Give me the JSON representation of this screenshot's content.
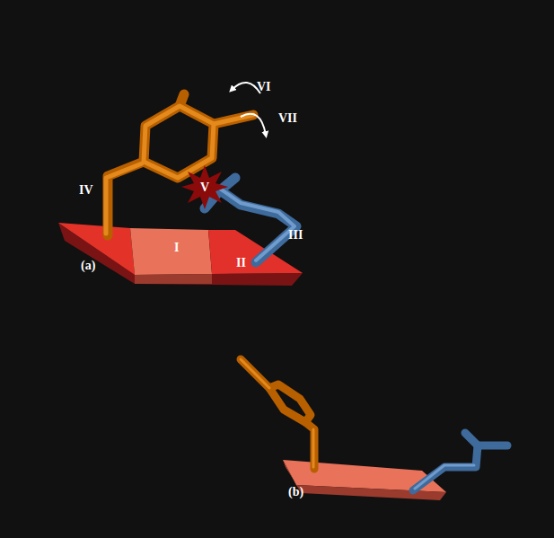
{
  "diagram": {
    "labels": [
      "(a)",
      "I",
      "II",
      "III",
      "IV",
      "V",
      "VI",
      "VII",
      "(b)"
    ]
  }
}
